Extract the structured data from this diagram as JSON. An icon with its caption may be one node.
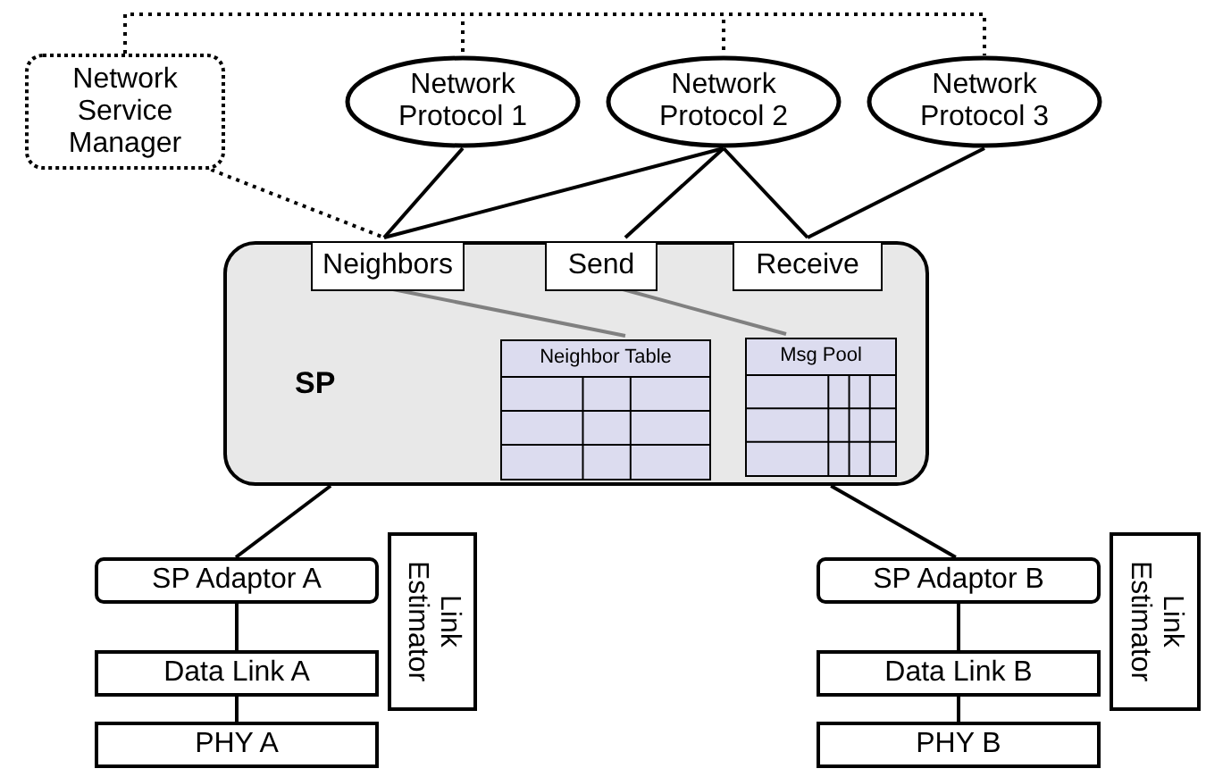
{
  "diagram": {
    "nodes": [
      {
        "text": [
          "Network Service Manager"
        ]
      },
      {
        "text": [
          "Network Protocol 1"
        ]
      },
      {
        "text": [
          "Network Protocol 2"
        ]
      },
      {
        "text": [
          "Network Protocol 3"
        ]
      },
      {
        "text": [
          "SP"
        ]
      },
      {
        "text": [
          "Neighbors"
        ],
        "in": 4
      },
      {
        "text": [
          "Send"
        ],
        "in": 4
      },
      {
        "text": [
          "Receive"
        ],
        "in": 4
      },
      {
        "text": [
          "Neighbor Table"
        ],
        "in": 4
      },
      {
        "text": [
          "Msg Pool"
        ],
        "in": 4
      },
      {
        "text": [
          "SP Adaptor A"
        ]
      },
      {
        "text": [
          "Link Estimator"
        ]
      },
      {
        "text": [
          "Data Link A"
        ]
      },
      {
        "text": [
          "PHY A"
        ]
      },
      {
        "text": [
          "SP Adaptor B"
        ]
      },
      {
        "text": [
          "Link Estimator"
        ]
      },
      {
        "text": [
          "Data Link B"
        ]
      },
      {
        "text": [
          "PHY B"
        ]
      }
    ],
    "edges": [
      {
        "from": 0,
        "to": 1,
        "arrow": "none",
        "style": "dashed"
      },
      {
        "from": 0,
        "to": 2,
        "arrow": "none",
        "style": "dashed"
      },
      {
        "from": 0,
        "to": 3,
        "arrow": "none",
        "style": "dashed"
      },
      {
        "from": 0,
        "to": 5,
        "arrow": "none",
        "style": "dashed"
      },
      {
        "from": 1,
        "to": 5,
        "arrow": "none"
      },
      {
        "from": 2,
        "to": 5,
        "arrow": "none"
      },
      {
        "from": 2,
        "to": 6,
        "arrow": "none"
      },
      {
        "from": 2,
        "to": 7,
        "arrow": "none"
      },
      {
        "from": 3,
        "to": 7,
        "arrow": "none"
      },
      {
        "from": 5,
        "to": 8,
        "arrow": "none",
        "color": "#808080"
      },
      {
        "from": 6,
        "to": 9,
        "arrow": "none",
        "color": "#808080"
      },
      {
        "from": 4,
        "to": 10,
        "arrow": "none"
      },
      {
        "from": 4,
        "to": 14,
        "arrow": "none"
      },
      {
        "from": 10,
        "to": 12,
        "arrow": "none"
      },
      {
        "from": 12,
        "to": 13,
        "arrow": "none"
      },
      {
        "from": 14,
        "to": 16,
        "arrow": "none"
      },
      {
        "from": 16,
        "to": 17,
        "arrow": "none"
      }
    ]
  }
}
